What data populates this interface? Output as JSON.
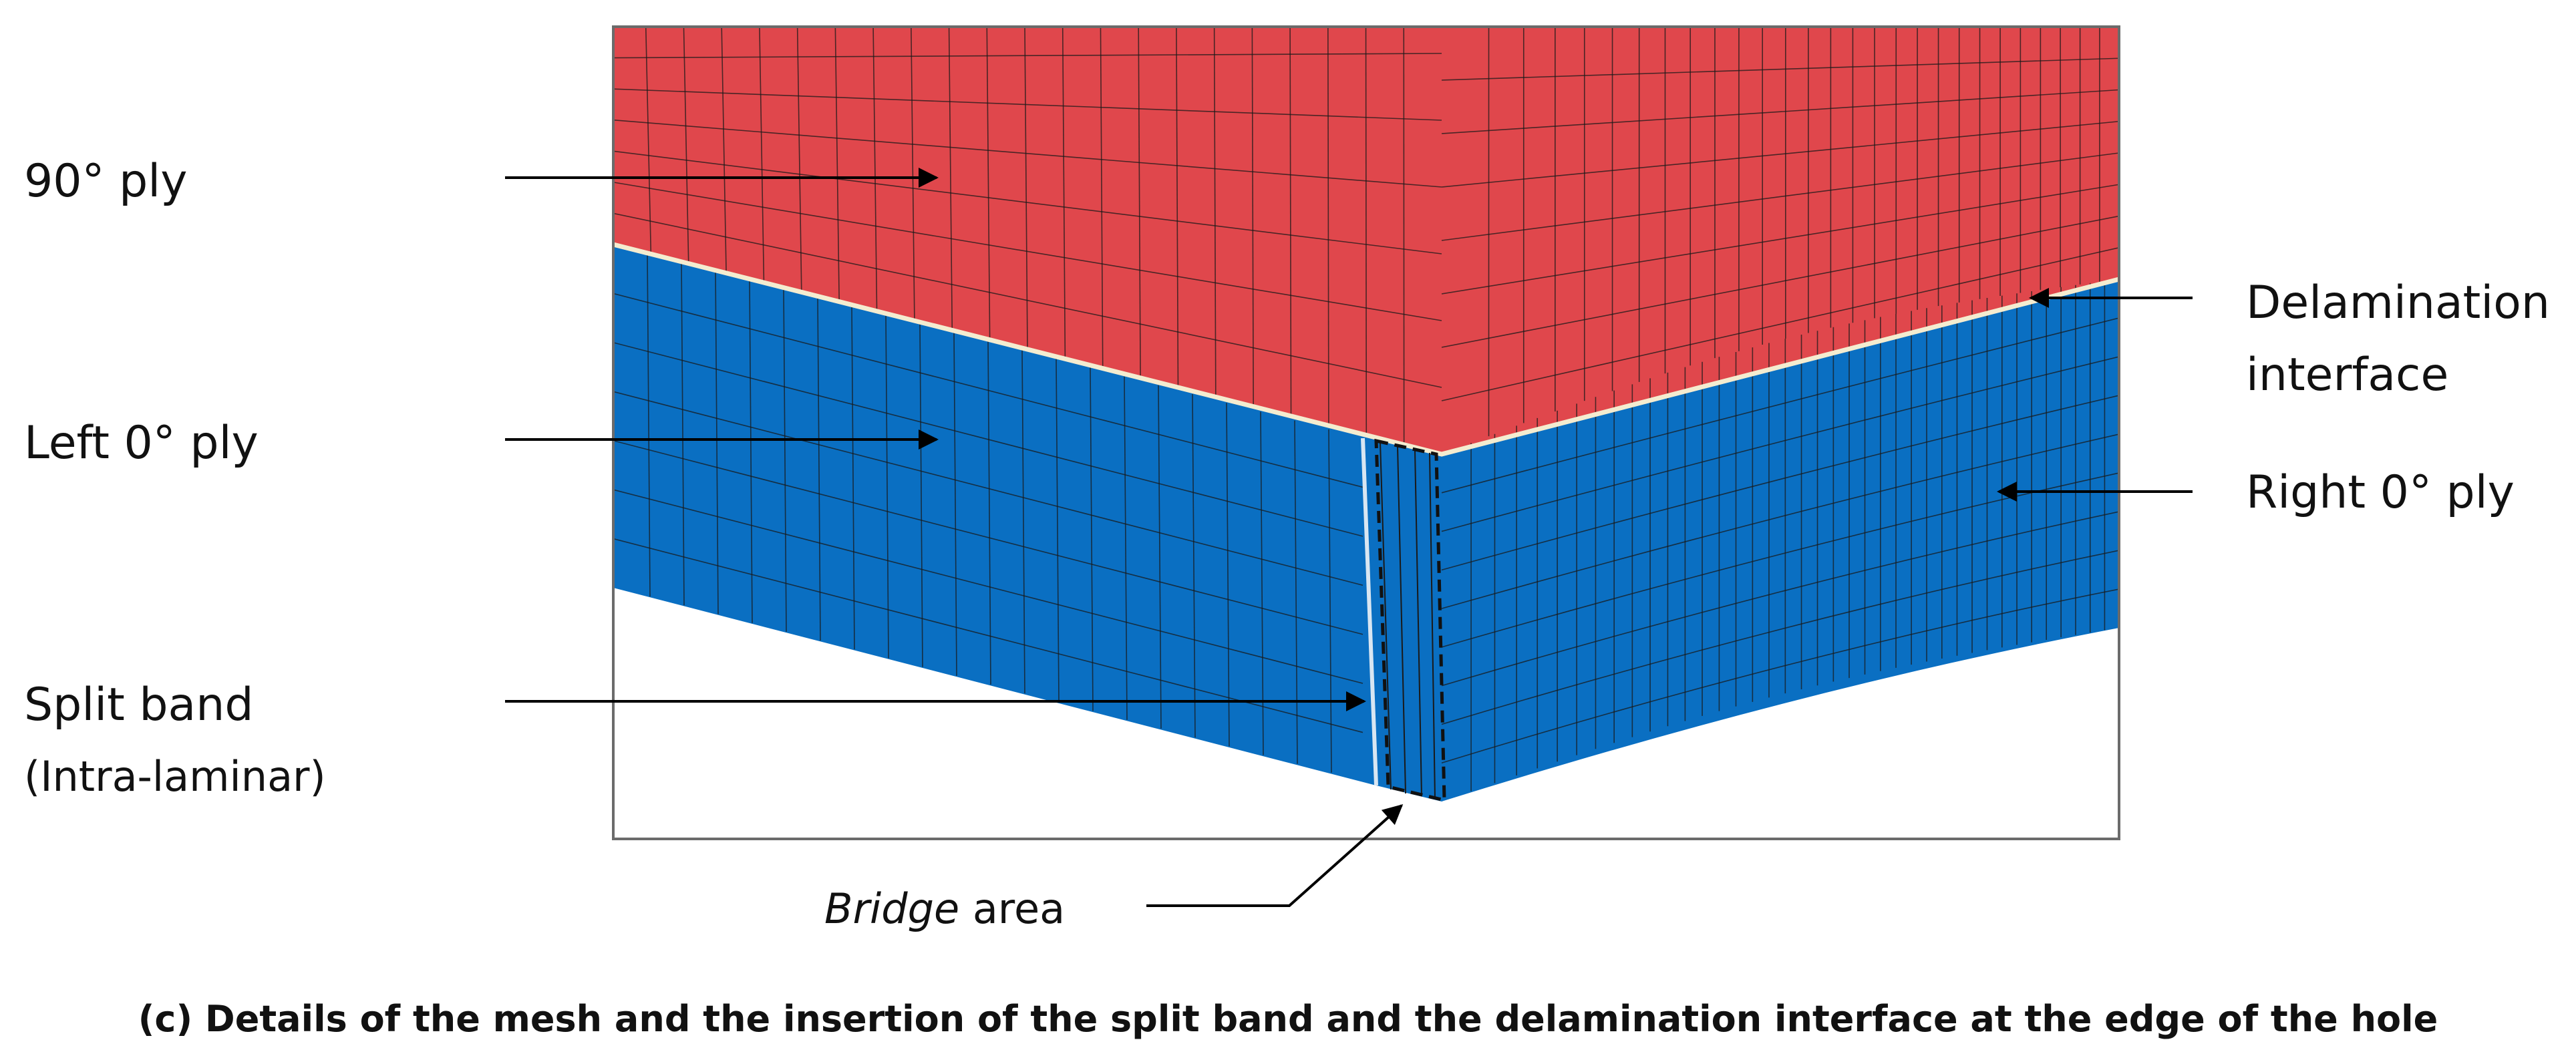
{
  "labels": {
    "ply90": "90° ply",
    "left0": "Left 0° ply",
    "split_band": "Split band",
    "split_band_sub": "(Intra-laminar)",
    "delam_line1": "Delamination",
    "delam_line2": "interface",
    "right0": "Right 0° ply",
    "bridge_italic": "Bridge",
    "bridge_rest": " area"
  },
  "caption": "(c) Details of the mesh and the insertion of the split band and the delamination interface at the edge of the hole",
  "colors": {
    "ply90": "#e0474c",
    "ply0": "#0a6fc2",
    "interface": "#f4ecd0",
    "frame": "#6b6b6b",
    "text": "#111111"
  }
}
